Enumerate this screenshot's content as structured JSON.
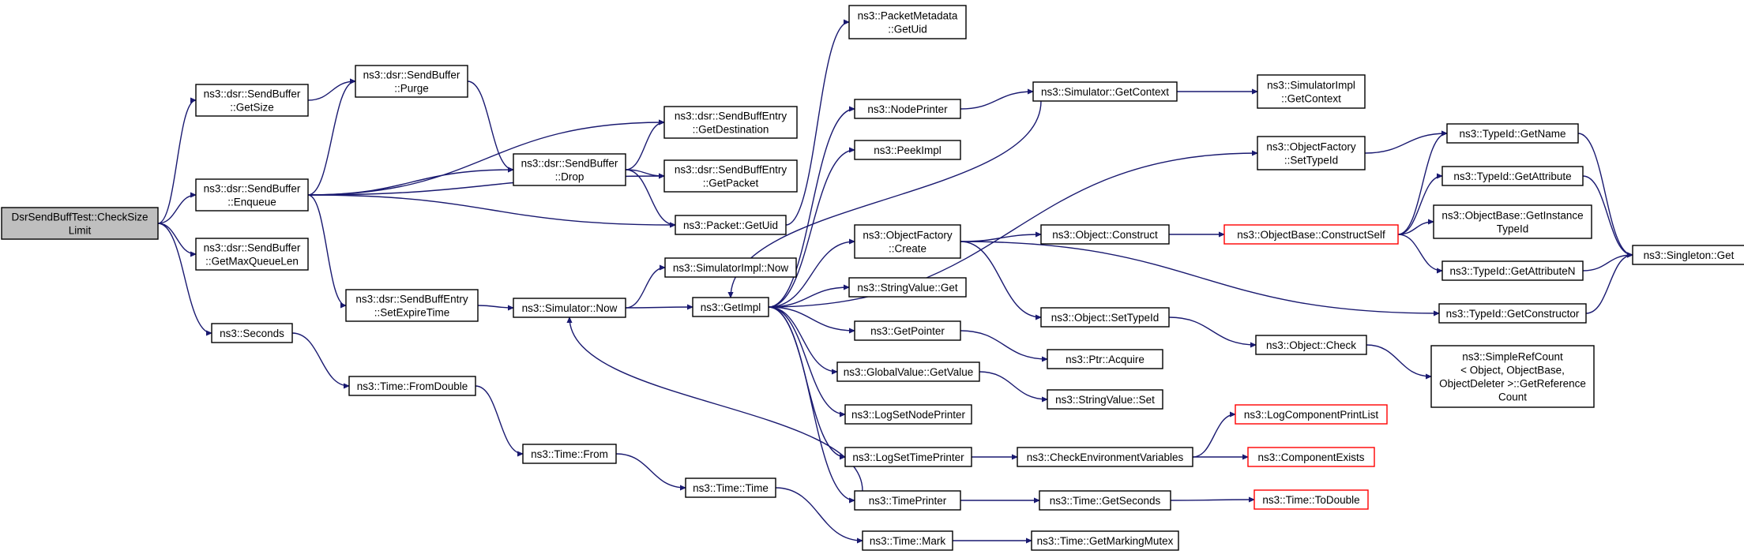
{
  "colors": {
    "edge": "#191970",
    "node_border": "#000000",
    "node_border_truncated": "#ff0000",
    "root_fill": "#bfbfbf",
    "node_fill": "#ffffff"
  },
  "nodes": [
    {
      "id": "root",
      "lines": [
        "DsrSendBuffTest::CheckSize",
        "Limit"
      ],
      "root": true
    },
    {
      "id": "getsize",
      "lines": [
        "ns3::dsr::SendBuffer",
        "::GetSize"
      ]
    },
    {
      "id": "enqueue",
      "lines": [
        "ns3::dsr::SendBuffer",
        "::Enqueue"
      ]
    },
    {
      "id": "getmaxqueuelen",
      "lines": [
        "ns3::dsr::SendBuffer",
        "::GetMaxQueueLen"
      ]
    },
    {
      "id": "seconds",
      "lines": [
        "ns3::Seconds"
      ]
    },
    {
      "id": "purge",
      "lines": [
        "ns3::dsr::SendBuffer",
        "::Purge"
      ]
    },
    {
      "id": "setexpiretime",
      "lines": [
        "ns3::dsr::SendBuffEntry",
        "::SetExpireTime"
      ]
    },
    {
      "id": "fromdouble",
      "lines": [
        "ns3::Time::FromDouble"
      ]
    },
    {
      "id": "drop",
      "lines": [
        "ns3::dsr::SendBuffer",
        "::Drop"
      ]
    },
    {
      "id": "simnow",
      "lines": [
        "ns3::Simulator::Now"
      ]
    },
    {
      "id": "timefrom",
      "lines": [
        "ns3::Time::From"
      ]
    },
    {
      "id": "getdestination",
      "lines": [
        "ns3::dsr::SendBuffEntry",
        "::GetDestination"
      ]
    },
    {
      "id": "getpacket",
      "lines": [
        "ns3::dsr::SendBuffEntry",
        "::GetPacket"
      ]
    },
    {
      "id": "packetgetuid",
      "lines": [
        "ns3::Packet::GetUid"
      ]
    },
    {
      "id": "simimplnow",
      "lines": [
        "ns3::SimulatorImpl::Now"
      ]
    },
    {
      "id": "getimpl",
      "lines": [
        "ns3::GetImpl"
      ]
    },
    {
      "id": "timetime",
      "lines": [
        "ns3::Time::Time"
      ]
    },
    {
      "id": "pktmetadata",
      "lines": [
        "ns3::PacketMetadata",
        "::GetUid"
      ]
    },
    {
      "id": "nodeprinter",
      "lines": [
        "ns3::NodePrinter"
      ]
    },
    {
      "id": "peekimpl",
      "lines": [
        "ns3::PeekImpl"
      ]
    },
    {
      "id": "ofcreate",
      "lines": [
        "ns3::ObjectFactory",
        "::Create"
      ]
    },
    {
      "id": "stringvalueget",
      "lines": [
        "ns3::StringValue::Get"
      ]
    },
    {
      "id": "getpointer",
      "lines": [
        "ns3::GetPointer"
      ]
    },
    {
      "id": "globalvalue",
      "lines": [
        "ns3::GlobalValue::GetValue"
      ]
    },
    {
      "id": "logsetnodeprinter",
      "lines": [
        "ns3::LogSetNodePrinter"
      ]
    },
    {
      "id": "logsettimeprinter",
      "lines": [
        "ns3::LogSetTimePrinter"
      ]
    },
    {
      "id": "timeprinter",
      "lines": [
        "ns3::TimePrinter"
      ]
    },
    {
      "id": "timemark",
      "lines": [
        "ns3::Time::Mark"
      ]
    },
    {
      "id": "simgetcontext",
      "lines": [
        "ns3::Simulator::GetContext"
      ]
    },
    {
      "id": "ofsettypeid",
      "lines": [
        "ns3::ObjectFactory",
        "::SetTypeId"
      ]
    },
    {
      "id": "objconstruct",
      "lines": [
        "ns3::Object::Construct"
      ]
    },
    {
      "id": "objsettypeid",
      "lines": [
        "ns3::Object::SetTypeId"
      ]
    },
    {
      "id": "ptracquire",
      "lines": [
        "ns3::Ptr::Acquire"
      ]
    },
    {
      "id": "stringvalueset",
      "lines": [
        "ns3::StringValue::Set"
      ]
    },
    {
      "id": "checkenv",
      "lines": [
        "ns3::CheckEnvironmentVariables"
      ]
    },
    {
      "id": "timegetseconds",
      "lines": [
        "ns3::Time::GetSeconds"
      ]
    },
    {
      "id": "getmarkingmutex",
      "lines": [
        "ns3::Time::GetMarkingMutex"
      ]
    },
    {
      "id": "simimplgetcontext",
      "lines": [
        "ns3::SimulatorImpl",
        "::GetContext"
      ]
    },
    {
      "id": "constructself",
      "lines": [
        "ns3::ObjectBase::ConstructSelf"
      ],
      "truncated": true
    },
    {
      "id": "objcheck",
      "lines": [
        "ns3::Object::Check"
      ]
    },
    {
      "id": "logcomponentprintlist",
      "lines": [
        "ns3::LogComponentPrintList"
      ],
      "truncated": true
    },
    {
      "id": "componentexists",
      "lines": [
        "ns3::ComponentExists"
      ],
      "truncated": true
    },
    {
      "id": "todouble",
      "lines": [
        "ns3::Time::ToDouble"
      ],
      "truncated": true
    },
    {
      "id": "typeidgetname",
      "lines": [
        "ns3::TypeId::GetName"
      ]
    },
    {
      "id": "typeidgetattribute",
      "lines": [
        "ns3::TypeId::GetAttribute"
      ]
    },
    {
      "id": "getinstancetypeid",
      "lines": [
        "ns3::ObjectBase::GetInstance",
        "TypeId"
      ]
    },
    {
      "id": "typeidgetattributen",
      "lines": [
        "ns3::TypeId::GetAttributeN"
      ]
    },
    {
      "id": "typeidgetconstructor",
      "lines": [
        "ns3::TypeId::GetConstructor"
      ]
    },
    {
      "id": "simplerefcount",
      "lines": [
        "ns3::SimpleRefCount",
        "< Object, ObjectBase,",
        "ObjectDeleter >::GetReference",
        "Count"
      ]
    },
    {
      "id": "singletonget",
      "lines": [
        "ns3::Singleton::Get"
      ]
    }
  ],
  "edges": [
    {
      "from": "root",
      "to": "getsize"
    },
    {
      "from": "root",
      "to": "enqueue"
    },
    {
      "from": "root",
      "to": "getmaxqueuelen"
    },
    {
      "from": "root",
      "to": "seconds"
    },
    {
      "from": "getsize",
      "to": "purge"
    },
    {
      "from": "enqueue",
      "to": "purge"
    },
    {
      "from": "enqueue",
      "to": "getdestination"
    },
    {
      "from": "enqueue",
      "to": "drop"
    },
    {
      "from": "enqueue",
      "to": "getpacket"
    },
    {
      "from": "enqueue",
      "to": "packetgetuid"
    },
    {
      "from": "enqueue",
      "to": "setexpiretime"
    },
    {
      "from": "purge",
      "to": "drop"
    },
    {
      "from": "drop",
      "to": "getdestination"
    },
    {
      "from": "drop",
      "to": "getpacket"
    },
    {
      "from": "drop",
      "to": "packetgetuid"
    },
    {
      "from": "packetgetuid",
      "to": "pktmetadata"
    },
    {
      "from": "setexpiretime",
      "to": "simnow"
    },
    {
      "from": "simnow",
      "to": "simimplnow"
    },
    {
      "from": "simnow",
      "to": "getimpl"
    },
    {
      "from": "seconds",
      "to": "fromdouble"
    },
    {
      "from": "fromdouble",
      "to": "timefrom"
    },
    {
      "from": "timefrom",
      "to": "timetime"
    },
    {
      "from": "timetime",
      "to": "timemark"
    },
    {
      "from": "timemark",
      "to": "getmarkingmutex"
    },
    {
      "from": "getimpl",
      "to": "nodeprinter"
    },
    {
      "from": "getimpl",
      "to": "peekimpl"
    },
    {
      "from": "getimpl",
      "to": "ofcreate"
    },
    {
      "from": "getimpl",
      "to": "stringvalueget"
    },
    {
      "from": "getimpl",
      "to": "getpointer"
    },
    {
      "from": "getimpl",
      "to": "globalvalue"
    },
    {
      "from": "getimpl",
      "to": "logsetnodeprinter"
    },
    {
      "from": "getimpl",
      "to": "logsettimeprinter"
    },
    {
      "from": "getimpl",
      "to": "timeprinter"
    },
    {
      "from": "getimpl",
      "to": "ofsettypeid"
    },
    {
      "from": "simgetcontext",
      "to": "getimpl"
    },
    {
      "from": "nodeprinter",
      "to": "simgetcontext"
    },
    {
      "from": "simgetcontext",
      "to": "simimplgetcontext"
    },
    {
      "from": "ofcreate",
      "to": "objconstruct"
    },
    {
      "from": "ofcreate",
      "to": "objsettypeid"
    },
    {
      "from": "ofcreate",
      "to": "typeidgetconstructor"
    },
    {
      "from": "getpointer",
      "to": "ptracquire"
    },
    {
      "from": "globalvalue",
      "to": "stringvalueset"
    },
    {
      "from": "logsettimeprinter",
      "to": "checkenv"
    },
    {
      "from": "timeprinter",
      "to": "timegetseconds"
    },
    {
      "from": "timeprinter",
      "to": "simnow"
    },
    {
      "from": "ofsettypeid",
      "to": "typeidgetname"
    },
    {
      "from": "objconstruct",
      "to": "constructself"
    },
    {
      "from": "objsettypeid",
      "to": "objcheck"
    },
    {
      "from": "checkenv",
      "to": "logcomponentprintlist"
    },
    {
      "from": "checkenv",
      "to": "componentexists"
    },
    {
      "from": "timegetseconds",
      "to": "todouble"
    },
    {
      "from": "constructself",
      "to": "typeidgetname"
    },
    {
      "from": "constructself",
      "to": "typeidgetattribute"
    },
    {
      "from": "constructself",
      "to": "getinstancetypeid"
    },
    {
      "from": "constructself",
      "to": "typeidgetattributen"
    },
    {
      "from": "objcheck",
      "to": "simplerefcount"
    },
    {
      "from": "typeidgetname",
      "to": "singletonget"
    },
    {
      "from": "typeidgetattribute",
      "to": "singletonget"
    },
    {
      "from": "typeidgetattributen",
      "to": "singletonget"
    },
    {
      "from": "typeidgetconstructor",
      "to": "singletonget"
    }
  ]
}
